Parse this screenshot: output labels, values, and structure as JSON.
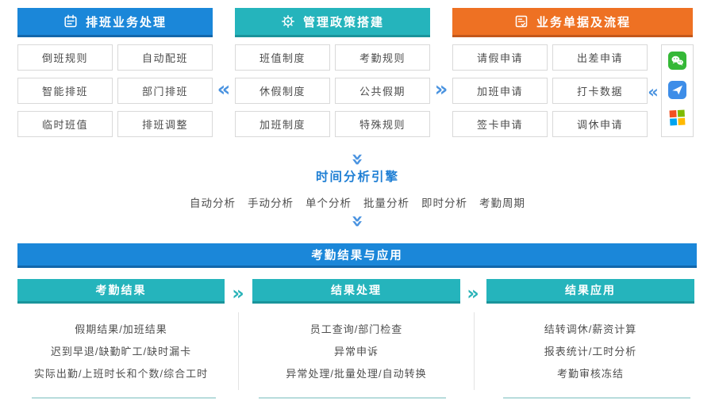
{
  "palette": {
    "blue": "#1b87d9",
    "teal": "#25b4bc",
    "orange": "#ee7123",
    "chevron_blue": "#4a93e0",
    "chevron_teal": "#2ab3b8",
    "engine_text_blue": "#1f7fd4"
  },
  "glyphs": {
    "chevron_left": "«",
    "chevron_right": "»",
    "chevron_down": "»"
  },
  "groups": [
    {
      "title": "排班业务处理",
      "icon": "calendar-icon",
      "items": [
        "倒班规则",
        "自动配班",
        "智能排班",
        "部门排班",
        "临时班值",
        "排班调整"
      ]
    },
    {
      "title": "管理政策搭建",
      "icon": "gear-icon",
      "items": [
        "班值制度",
        "考勤规则",
        "休假制度",
        "公共假期",
        "加班制度",
        "特殊规则"
      ]
    },
    {
      "title": "业务单据及流程",
      "icon": "form-icon",
      "items": [
        "请假申请",
        "出差申请",
        "加班申请",
        "打卡数据",
        "签卡申请",
        "调休申请"
      ]
    }
  ],
  "channels": {
    "icons": [
      "wechat-icon",
      "paper-plane-app-icon",
      "windows-icon"
    ]
  },
  "engine": {
    "title": "时间分析引擎",
    "modes": [
      "自动分析",
      "手动分析",
      "单个分析",
      "批量分析",
      "即时分析",
      "考勤周期"
    ]
  },
  "results": {
    "banner": "考勤结果与应用",
    "columns": [
      {
        "title": "考勤结果",
        "items": [
          "假期结果/加班结果",
          "迟到早退/缺勤旷工/缺时漏卡",
          "实际出勤/上班时长和个数/综合工时"
        ]
      },
      {
        "title": "结果处理",
        "items": [
          "员工查询/部门检查",
          "异常申诉",
          "异常处理/批量处理/自动转换"
        ]
      },
      {
        "title": "结果应用",
        "items": [
          "结转调休/薪资计算",
          "报表统计/工时分析",
          "考勤审核冻结"
        ]
      }
    ]
  }
}
